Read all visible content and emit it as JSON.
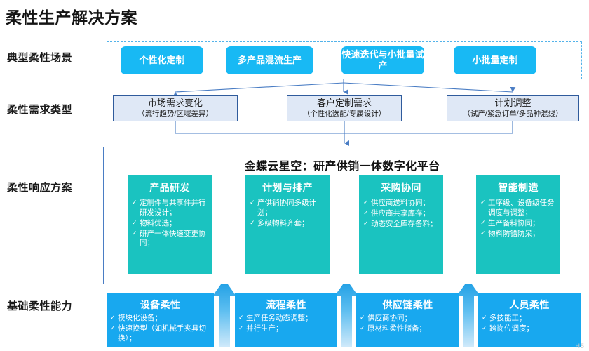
{
  "title": "柔性生产解决方案",
  "rows": [
    {
      "key": "scene",
      "label": "典型柔性场景"
    },
    {
      "key": "demand",
      "label": "柔性需求类型"
    },
    {
      "key": "resp",
      "label": "柔性响应方案"
    },
    {
      "key": "base",
      "label": "基础柔性能力"
    }
  ],
  "scenes": [
    {
      "label": "个性化定制"
    },
    {
      "label": "多产品混流生产"
    },
    {
      "label": "快速迭代与小批量试产"
    },
    {
      "label": "小批量定制"
    }
  ],
  "demands": [
    {
      "title": "市场需求变化",
      "sub": "（流行趋势/区域差异）"
    },
    {
      "title": "客户定制需求",
      "sub": "（个性化选配/专属设计）"
    },
    {
      "title": "计划调整",
      "sub": "（试产/紧急订单/多品种混线）"
    }
  ],
  "platform": {
    "title": "金蝶云星空：研产供销一体数字化平台",
    "cards": [
      {
        "title": "产品研发",
        "items": [
          "定制件与共享件并行研发设计；",
          "物料优选；",
          "研产一体快速变更协同；"
        ]
      },
      {
        "title": "计划与排产",
        "items": [
          "产供销协同多级计划；",
          "多级物料齐套；"
        ]
      },
      {
        "title": "采购协同",
        "items": [
          "供应商送料协同；",
          "供应商共享库存；",
          "动态安全库存备料；"
        ]
      },
      {
        "title": "智能制造",
        "items": [
          "工序级、设备级任务调度与调整；",
          "生产备料协同；",
          "物料防错防呆；"
        ]
      }
    ]
  },
  "capabilities": [
    {
      "title": "设备柔性",
      "items": [
        "模块化设备；",
        "快速换型（如机械手夹具切换）；"
      ]
    },
    {
      "title": "流程柔性",
      "items": [
        "生产任务动态调整；",
        "并行生产；"
      ]
    },
    {
      "title": "供应链柔性",
      "items": [
        "供应商协同；",
        "原材料柔性储备；"
      ]
    },
    {
      "title": "人员柔性",
      "items": [
        "多技能工；",
        "跨岗位调度；"
      ]
    }
  ],
  "bullet_glyph": "✓",
  "watermark": "H5",
  "colors": {
    "scene_box": "#18b9f4",
    "scene_band_border": "#53b3ea",
    "demand_fill": "#dfe8f6",
    "demand_border": "#2f5b9c",
    "platform_border": "#4a7dc4",
    "response_card": "#1ac3c0",
    "capability_card": "#18a8ef",
    "connector": "#4a7dc4",
    "arrow_up": "#29a8e8"
  }
}
